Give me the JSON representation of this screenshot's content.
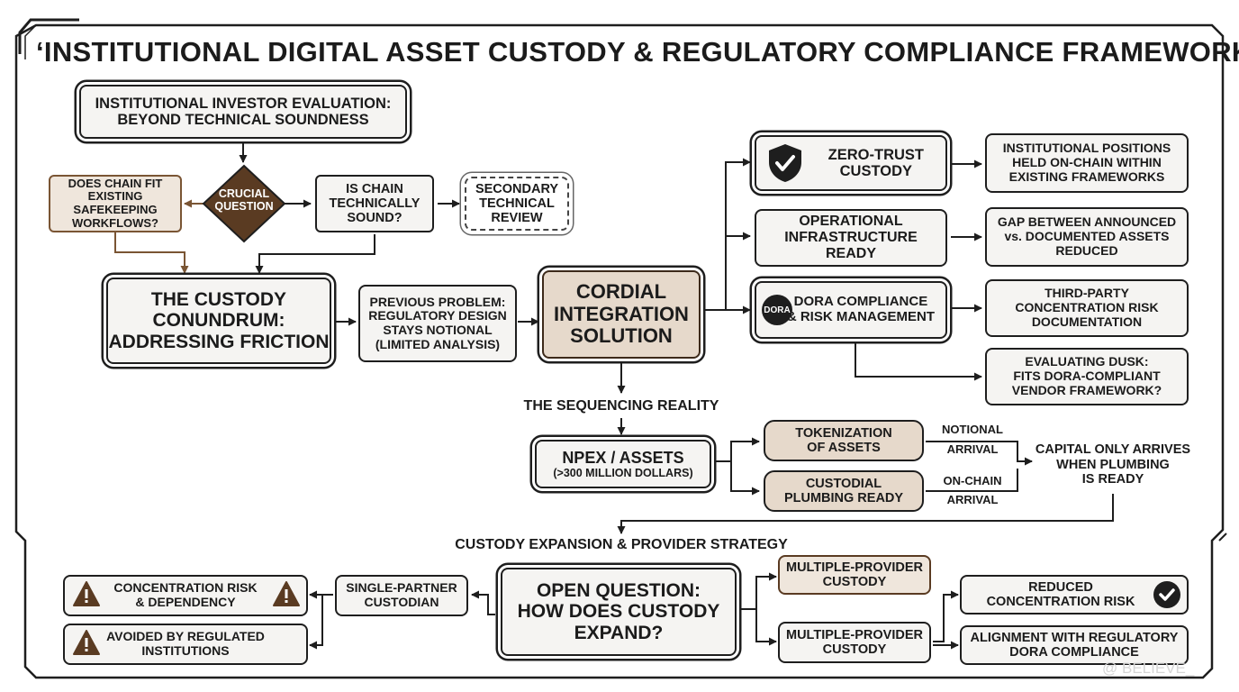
{
  "title": "‘INSTITUTIONAL DIGITAL ASSET CUSTODY & REGULATORY COMPLIANCE FRAMEWORK’",
  "nodes": {
    "evaluation": "INSTITUTIONAL INVESTOR EVALUATION:\nBEYOND TECHNICAL SOUNDNESS",
    "crucial": "CRUCIAL\nQUESTION",
    "chain_fit": "DOES CHAIN FIT\nEXISTING SAFEKEEPING\nWORKFLOWS?",
    "tech_sound": "IS CHAIN\nTECHNICALLY\nSOUND?",
    "secondary": "SECONDARY\nTECHNICAL\nREVIEW",
    "conundrum": "THE CUSTODY\nCONUNDRUM:\nADDRESSING FRICTION",
    "previous": "PREVIOUS PROBLEM:\nREGULATORY DESIGN\nSTAYS NOTIONAL\n(LIMITED ANALYSIS)",
    "cordial": "CORDIAL\nINTEGRATION\nSOLUTION",
    "zero_trust": "ZERO-TRUST\nCUSTODY",
    "operational": "OPERATIONAL\nINFRASTRUCTURE\nREADY",
    "dora": "DORA COMPLIANCE\n& RISK MANAGEMENT",
    "dora_badge": "DORA",
    "inst_positions": "INSTITUTIONAL POSITIONS\nHELD ON-CHAIN WITHIN\nEXISTING FRAMEWORKS",
    "gap": "GAP BETWEEN ANNOUNCED\nvs. DOCUMENTED ASSETS\nREDUCED",
    "third_party": "THIRD-PARTY\nCONCENTRATION RISK\nDOCUMENTATION",
    "evaluating_dusk": "EVALUATING DUSK:\nFITS DORA-COMPLIANT\nVENDOR FRAMEWORK?",
    "sequencing": "THE SEQUENCING REALITY",
    "npex_title": "NPEX / ASSETS",
    "npex_sub": "(>300 MILLION DOLLARS)",
    "tokenization": "TOKENIZATION\nOF ASSETS",
    "custodial": "CUSTODIAL\nPLUMBING READY",
    "notional": "NOTIONAL",
    "arrival1": "ARRIVAL",
    "onchain": "ON-CHAIN",
    "arrival2": "ARRIVAL",
    "capital": "CAPITAL ONLY ARRIVES\nWHEN PLUMBING\nIS READY",
    "expansion": "CUSTODY EXPANSION & PROVIDER STRATEGY",
    "open_question": "OPEN QUESTION:\nHOW DOES CUSTODY\nEXPAND?",
    "single": "SINGLE-PARTNER\nCUSTODIAN",
    "concentration": "CONCENTRATION RISK\n& DEPENDENCY",
    "avoided": "AVOIDED BY REGULATED\nINSTITUTIONS",
    "multi1": "MULTIPLE-PROVIDER\nCUSTODY",
    "multi2": "MULTIPLE-PROVIDER\nCUSTODY",
    "reduced": "REDUCED\nCONCENTRATION RISK",
    "alignment": "ALIGNMENT WITH REGULATORY\nDORA COMPLIANCE",
    "watermark": "@ BELIEVE_"
  },
  "colors": {
    "ink": "#1e1e1e",
    "tan_fill": "#e6d9cb",
    "brown": "#7a5534",
    "diamond": "#5a3b22",
    "warning": "#5a3b22"
  },
  "icons": [
    "shield-check-icon",
    "dora-badge-icon",
    "warning-icon",
    "check-circle-icon"
  ]
}
